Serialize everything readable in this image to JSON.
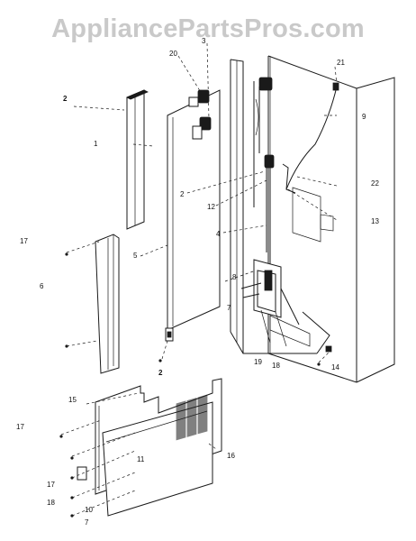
{
  "watermark": "AppliancePartsPros.com",
  "colors": {
    "ink": "#1a1a1a",
    "watermark": "#c9c9c9",
    "background": "#ffffff"
  },
  "callouts": [
    {
      "id": "c2a",
      "text": "2"
    },
    {
      "id": "c20",
      "text": "20"
    },
    {
      "id": "c3",
      "text": "3"
    },
    {
      "id": "c21",
      "text": "21"
    },
    {
      "id": "c9",
      "text": "9"
    },
    {
      "id": "c1",
      "text": "1"
    },
    {
      "id": "c22",
      "text": "22"
    },
    {
      "id": "c2b",
      "text": "2"
    },
    {
      "id": "c12",
      "text": "12"
    },
    {
      "id": "c13",
      "text": "13"
    },
    {
      "id": "c4",
      "text": "4"
    },
    {
      "id": "c17a",
      "text": "17"
    },
    {
      "id": "c5",
      "text": "5"
    },
    {
      "id": "c8",
      "text": "8"
    },
    {
      "id": "c6",
      "text": "6"
    },
    {
      "id": "c7",
      "text": "7"
    },
    {
      "id": "c19",
      "text": "19"
    },
    {
      "id": "c18a",
      "text": "18"
    },
    {
      "id": "c2c",
      "text": "2"
    },
    {
      "id": "c14",
      "text": "14"
    },
    {
      "id": "c15",
      "text": "15"
    },
    {
      "id": "c16",
      "text": "16"
    },
    {
      "id": "c17b",
      "text": "17"
    },
    {
      "id": "c11",
      "text": "11"
    },
    {
      "id": "c17c",
      "text": "17"
    },
    {
      "id": "c18b",
      "text": "18"
    },
    {
      "id": "c10",
      "text": "10"
    },
    {
      "id": "c7b",
      "text": "7"
    }
  ]
}
